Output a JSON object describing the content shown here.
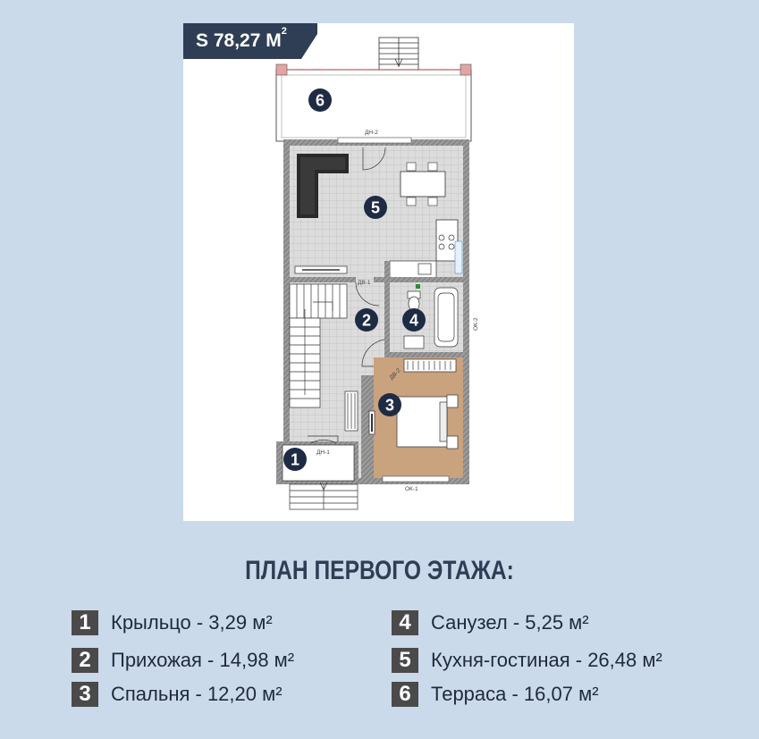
{
  "badge": {
    "text": "S 78,27 М",
    "sup": "2"
  },
  "title": "ПЛАН ПЕРВОГО ЭТАЖА:",
  "plan_labels": {
    "dn2": "ДН-2",
    "dn1_top": "ДВ-1",
    "dn1_bottom": "ДН-1",
    "ok1": "ОК-1",
    "ok2": "ОК-2",
    "dv2": "ДВ-2"
  },
  "markers": [
    {
      "num": "1"
    },
    {
      "num": "2"
    },
    {
      "num": "3"
    },
    {
      "num": "4"
    },
    {
      "num": "5"
    },
    {
      "num": "6"
    }
  ],
  "legend": [
    {
      "num": "1",
      "label": "Крыльцо - 3,29 м²"
    },
    {
      "num": "2",
      "label": "Прихожая - 14,98 м²"
    },
    {
      "num": "3",
      "label": "Спальня - 12,20 м²"
    },
    {
      "num": "4",
      "label": "Санузел - 5,25 м²"
    },
    {
      "num": "5",
      "label": "Кухня-гостиная - 26,48 м²"
    },
    {
      "num": "6",
      "label": "Терраса - 16,07 м²"
    }
  ],
  "colors": {
    "background": "#cbdaea",
    "badge": "#2f3e55",
    "wall": "#8a8a8a",
    "tile": "#d9d9d9",
    "wood": "#c9a27e",
    "marker": "#1f2b44"
  }
}
